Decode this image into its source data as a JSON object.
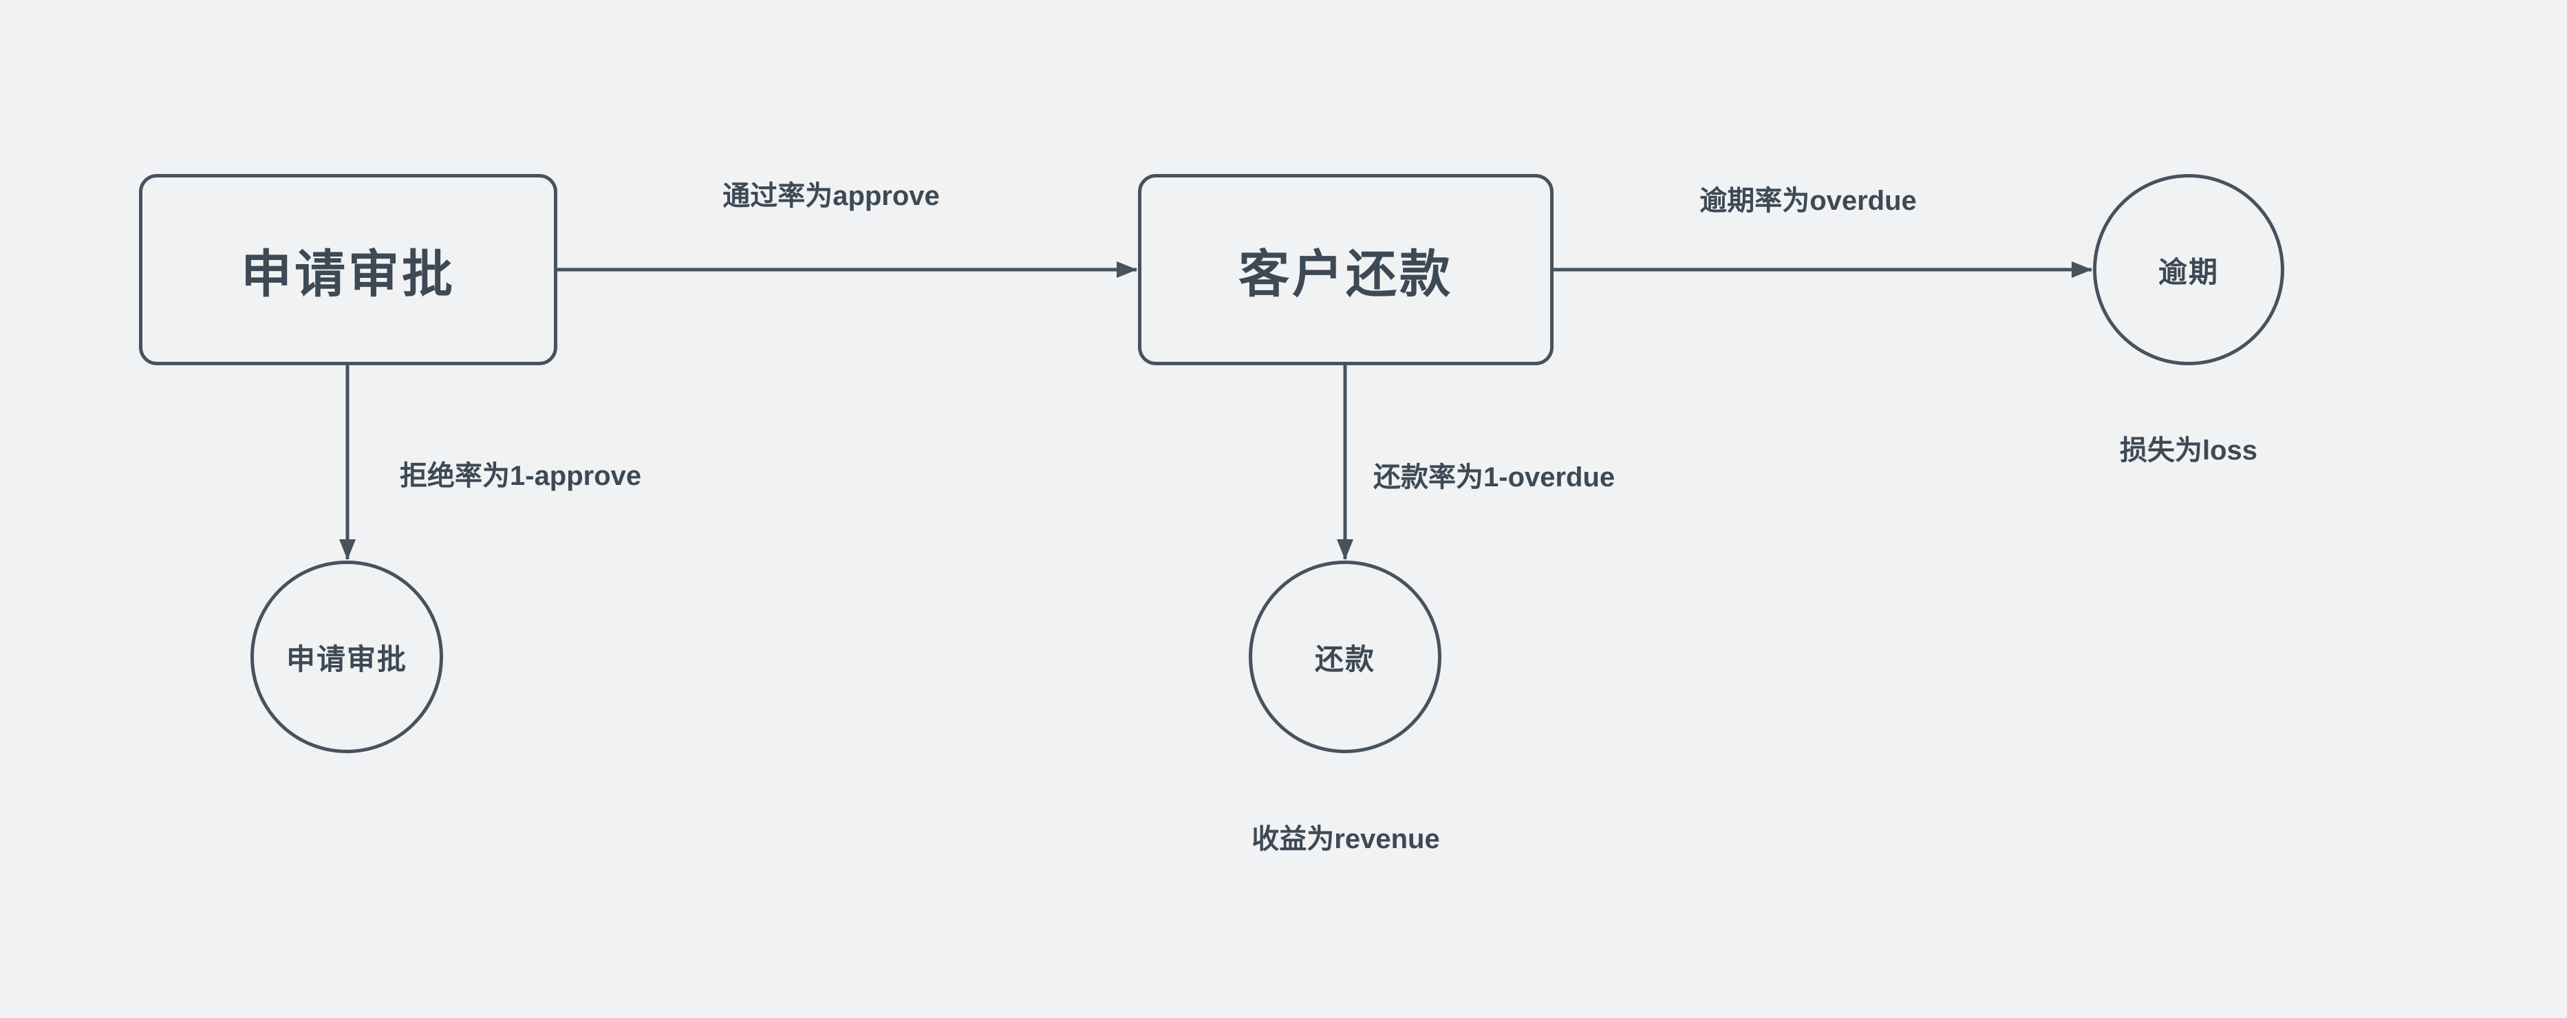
{
  "diagram": {
    "background_color": "#f0f2f4",
    "stroke_color": "#47525d",
    "text_color": "#3d4954",
    "nodes": [
      {
        "label": "申请审批",
        "shape": "rounded-rectangle"
      },
      {
        "label": "客户还款",
        "shape": "rounded-rectangle"
      },
      {
        "label": "逾期",
        "shape": "circle"
      },
      {
        "label": "申请审批",
        "shape": "circle"
      },
      {
        "label": "还款",
        "shape": "circle"
      }
    ],
    "edges": [
      {
        "from": "申请审批",
        "to": "客户还款",
        "label": "通过率为approve"
      },
      {
        "from": "客户还款",
        "to": "逾期",
        "label": "逾期率为overdue"
      },
      {
        "from": "申请审批",
        "to": "申请审批",
        "label": "拒绝率为1-approve"
      },
      {
        "from": "客户还款",
        "to": "还款",
        "label": "还款率为1-overdue"
      }
    ],
    "annotations": [
      {
        "label": "损失为loss"
      },
      {
        "label": "收益为revenue"
      }
    ]
  }
}
